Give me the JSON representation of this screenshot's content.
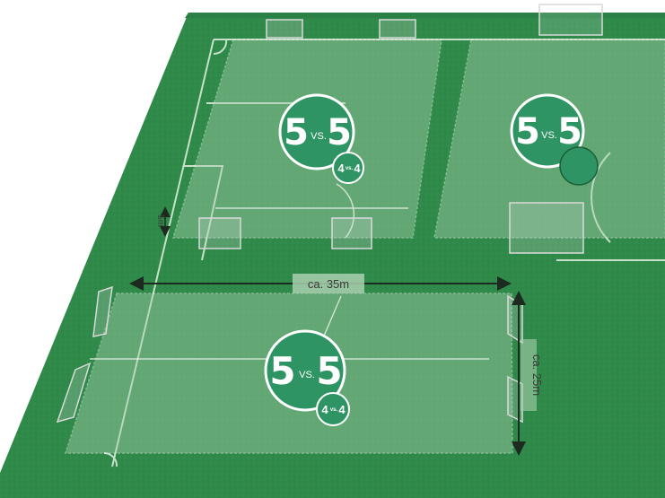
{
  "colors": {
    "field": "#2f8a4a",
    "field_dark": "#237a3c",
    "zone": "#9fc7a4",
    "badge": "#2e9463",
    "line": "#e8f2e6",
    "arrow": "#1d2a20"
  },
  "badges": {
    "top_left": {
      "left": "5",
      "vs": "VS.",
      "right": "5",
      "small": {
        "left": "4",
        "vs": "vs.",
        "right": "4"
      }
    },
    "top_right": {
      "left": "5",
      "vs": "VS.",
      "right": "5"
    },
    "bottom": {
      "left": "5",
      "vs": "VS.",
      "right": "5",
      "small": {
        "left": "4",
        "vs": "vs.",
        "right": "4"
      }
    }
  },
  "dimensions": {
    "width": "ca. 35m",
    "length": "ca. 25m",
    "gap": "5m"
  }
}
